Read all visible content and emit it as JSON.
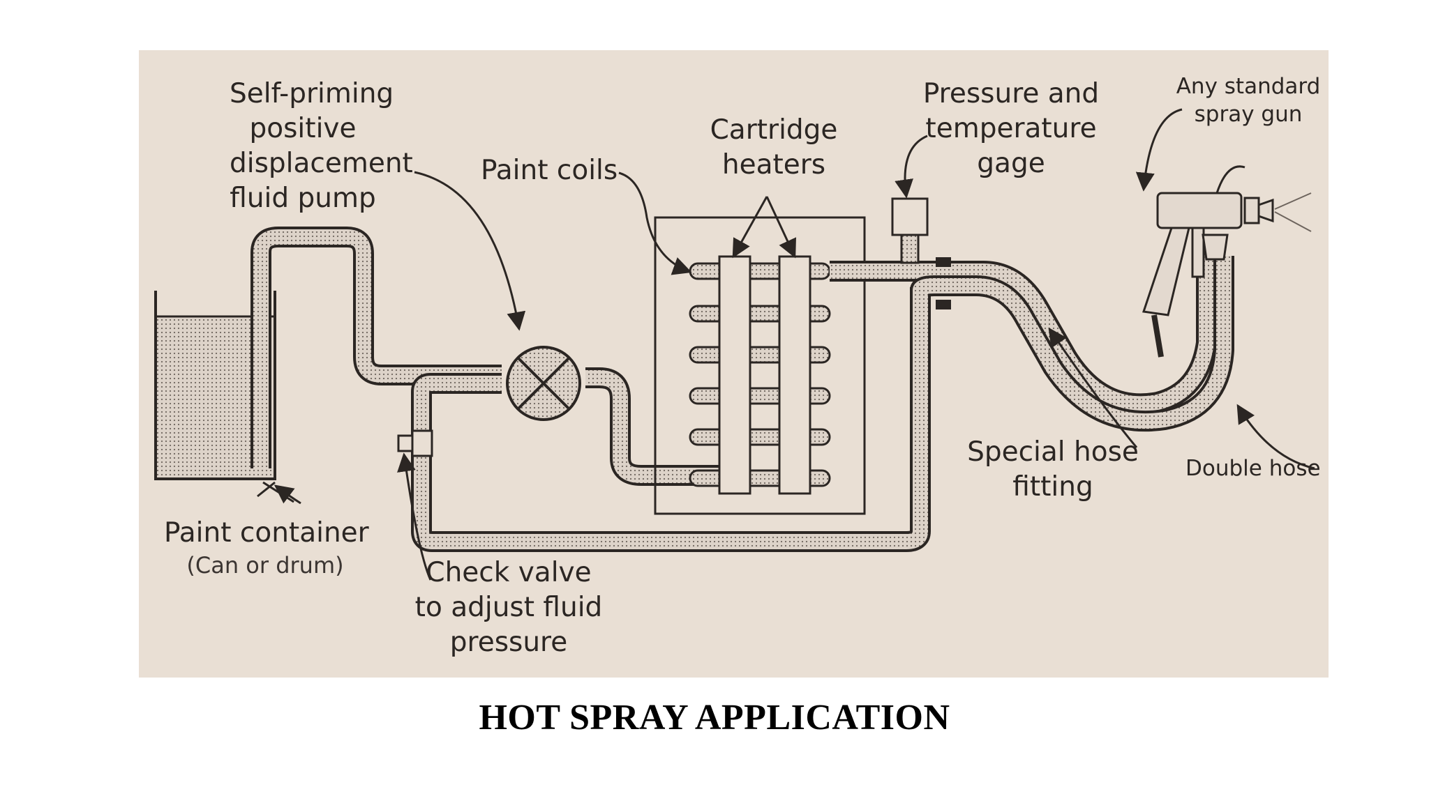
{
  "caption": "HOT SPRAY APPLICATION",
  "labels": {
    "pump_l1": "Self-priming",
    "pump_l2": "positive",
    "pump_l3": "displacement",
    "pump_l4": "fluid pump",
    "coils": "Paint coils",
    "heaters_l1": "Cartridge",
    "heaters_l2": "heaters",
    "gage_l1": "Pressure and",
    "gage_l2": "temperature",
    "gage_l3": "gage",
    "gun_l1": "Any standard",
    "gun_l2": "spray gun",
    "container_l1": "Paint container",
    "container_l2": "(Can or drum)",
    "valve_l1": "Check valve",
    "valve_l2": "to adjust fluid",
    "valve_l3": "pressure",
    "fitting_l1": "Special hose",
    "fitting_l2": "fitting",
    "double_hose": "Double hose"
  },
  "colors": {
    "background": "#e9dfd4",
    "ink": "#2b2623",
    "pipe_fill": "#d6cdc4",
    "paint_fill": "#cfc5bb"
  }
}
